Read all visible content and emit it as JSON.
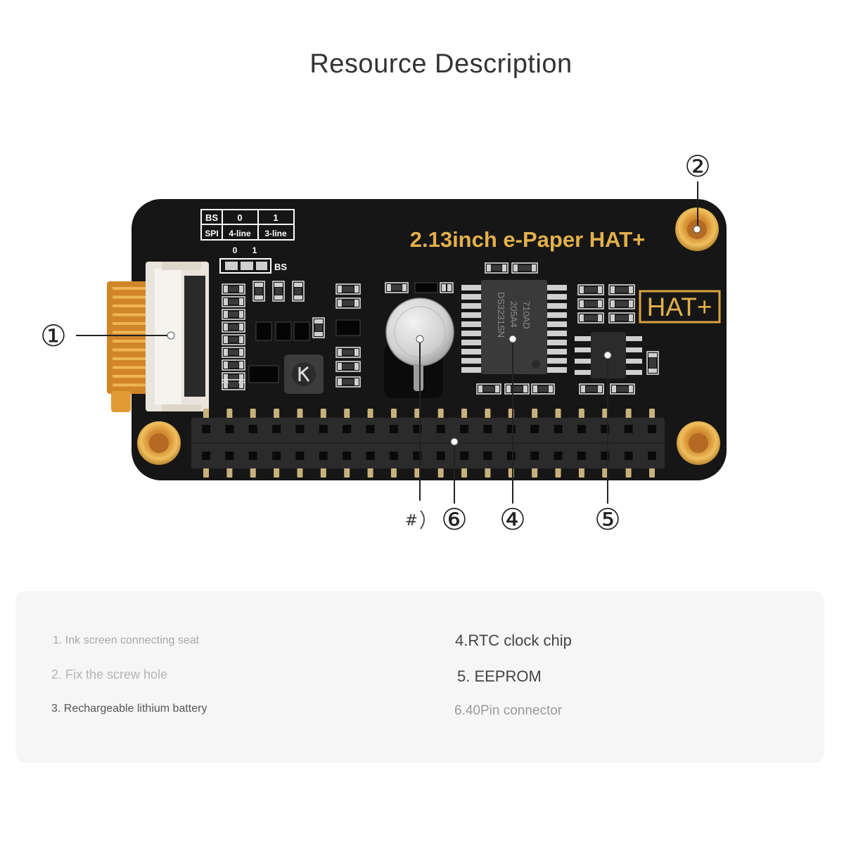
{
  "page": {
    "title": "Resource Description"
  },
  "board": {
    "name": "2.13inch e-Paper HAT+",
    "badge": "HAT+",
    "bs_table": {
      "row1": [
        "BS",
        "0",
        "1"
      ],
      "row2": [
        "SPI",
        "4-line",
        "3-line"
      ]
    },
    "switch": {
      "pos0": "0",
      "pos1": "1",
      "label": "BS"
    },
    "rtc_marking": [
      "DS3231SN",
      "205A4",
      "710AD"
    ]
  },
  "callouts": {
    "connector": "①",
    "screw_hole": "②",
    "battery": "#",
    "header": "⑥",
    "rtc": "④",
    "eeprom": "⑤"
  },
  "descriptions": {
    "items": [
      "1. Ink screen connecting seat",
      "2. Fix the screw hole",
      "3. Rechargeable lithium battery",
      "4.RTC clock chip",
      "5. EEPROM",
      "6.40Pin connector"
    ]
  },
  "colors": {
    "board": "#161616",
    "silkscreen_gold": "#e2b04a",
    "panel": "#f6f6f6"
  }
}
